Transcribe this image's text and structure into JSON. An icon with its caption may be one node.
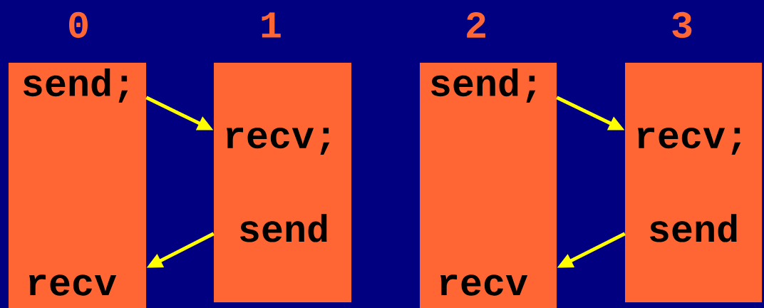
{
  "diagram": {
    "nodes": [
      {
        "text": [
          "0",
          "send;",
          "recv"
        ]
      },
      {
        "text": [
          "1",
          "recv;",
          "send"
        ]
      },
      {
        "text": [
          "2",
          "send;",
          "recv"
        ]
      },
      {
        "text": [
          "3",
          "recv;",
          "send"
        ]
      }
    ],
    "edges": [
      {
        "from": 0,
        "to": 1,
        "arrow": "to"
      },
      {
        "from": 1,
        "to": 0,
        "arrow": "to"
      },
      {
        "from": 2,
        "to": 3,
        "arrow": "to"
      },
      {
        "from": 3,
        "to": 2,
        "arrow": "to"
      }
    ]
  }
}
